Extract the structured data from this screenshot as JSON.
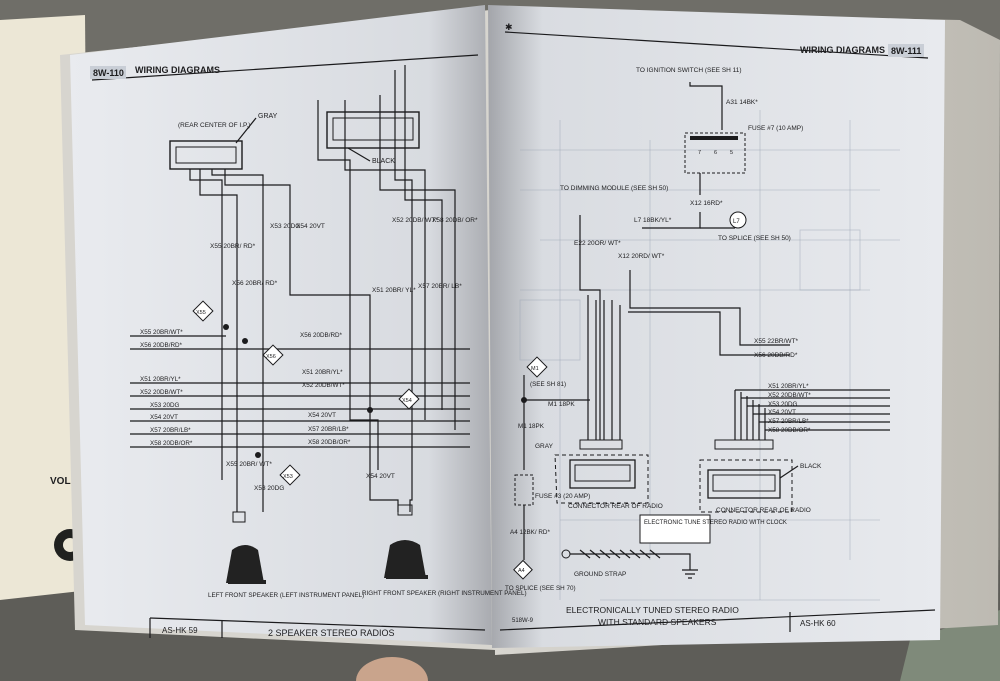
{
  "left_page": {
    "page_number": "8W-110",
    "header_title": "WIRING DIAGRAMS",
    "footer_code": "AS-HK 59",
    "footer_title": "2 SPEAKER STEREO RADIOS",
    "side_text": "VOL",
    "connector_rear_label": "(REAR CENTER OF I.P.)",
    "gray_label": "GRAY",
    "black_label": "BLACK",
    "wire_labels": {
      "x55": "X55 20BR/ RD*",
      "x56": "X56 20BR/ RD*",
      "x53": "X53 20DG",
      "x54": "X54 20VT",
      "x52": "X52 20DB/ WT*",
      "x58": "X58 20DB/ OR*",
      "x51": "X51 20BR/ YL*",
      "x57": "X57 20BR/ LB*",
      "x53b": "X53 20DG",
      "x54b": "X54 20VT",
      "x55b": "X55 20BR/ WT*"
    },
    "bus_left": [
      "X55 20BR/WT*",
      "X56 20DB/RD*",
      "X51 20BR/YL*",
      "X52 20DB/WT*",
      "X53 20DG",
      "X54 20VT",
      "X57 20BR/LB*",
      "X58 20DB/OR*"
    ],
    "bus_right": [
      "X56 20DB/RD*",
      "X51 20BR/YL*",
      "X52 20DB/WT*",
      "X54 20VT",
      "X57 20BR/LB*",
      "X58 20DB/OR*"
    ],
    "splice_tags": [
      "X55",
      "X56",
      "X53",
      "X54"
    ],
    "left_speaker": "LEFT FRONT SPEAKER (LEFT INSTRUMENT PANEL)",
    "right_speaker": "RIGHT FRONT SPEAKER (RIGHT INSTRUMENT PANEL)"
  },
  "right_page": {
    "page_number": "8W-111",
    "header_title": "WIRING DIAGRAMS",
    "footer_code": "AS-HK 60",
    "footer_title_line1": "ELECTRONICALLY TUNED STEREO RADIO",
    "footer_title_line2": "WITH STANDARD SPEAKERS",
    "footer_small": "518W-9",
    "ignition": "TO IGNITION SWITCH (SEE SH 11)",
    "a31": "A31 14BK*",
    "fuse7": "FUSE #7 (10 AMP)",
    "fuse_pins": [
      "7",
      "6",
      "5"
    ],
    "x12_top": "X12 16RD*",
    "dimming": "TO DIMMING MODULE (SEE SH 50)",
    "l7": "L7 18BK/YL*",
    "to_splice_top": "TO SPLICE (SEE SH 50)",
    "l7_tag": "L7",
    "e22": "E22 20OR/ WT*",
    "x12_mid": "X12 20RD/ WT*",
    "x55": "X55 22BR/WT*",
    "x56": "X56 20DB/RD*",
    "m1_tag": "M1",
    "m1_ref": "(SEE SH 81)",
    "m1_18pk": "M1 18PK",
    "m1_vert": "M1 18PK",
    "gray": "GRAY",
    "black": "BLACK",
    "fuse3": "FUSE #3 (20 AMP)",
    "a4": "A4 12BK/ RD*",
    "a4_tag": "A4",
    "to_splice_bottom": "TO SPLICE (SEE SH 70)",
    "connector_left": "CONNECTOR REAR OF RADIO",
    "connector_right": "CONNECTOR REAR OF RADIO",
    "radio_box": "ELECTRONIC TUNE STEREO RADIO WITH CLOCK",
    "ground_strap": "GROUND STRAP",
    "wire_list": [
      "X51 20BR/YL*",
      "X52 20DB/WT*",
      "X53 20DG",
      "X54 20VT",
      "X57 20BR/LB*",
      "X58 20DB/OR*"
    ]
  }
}
